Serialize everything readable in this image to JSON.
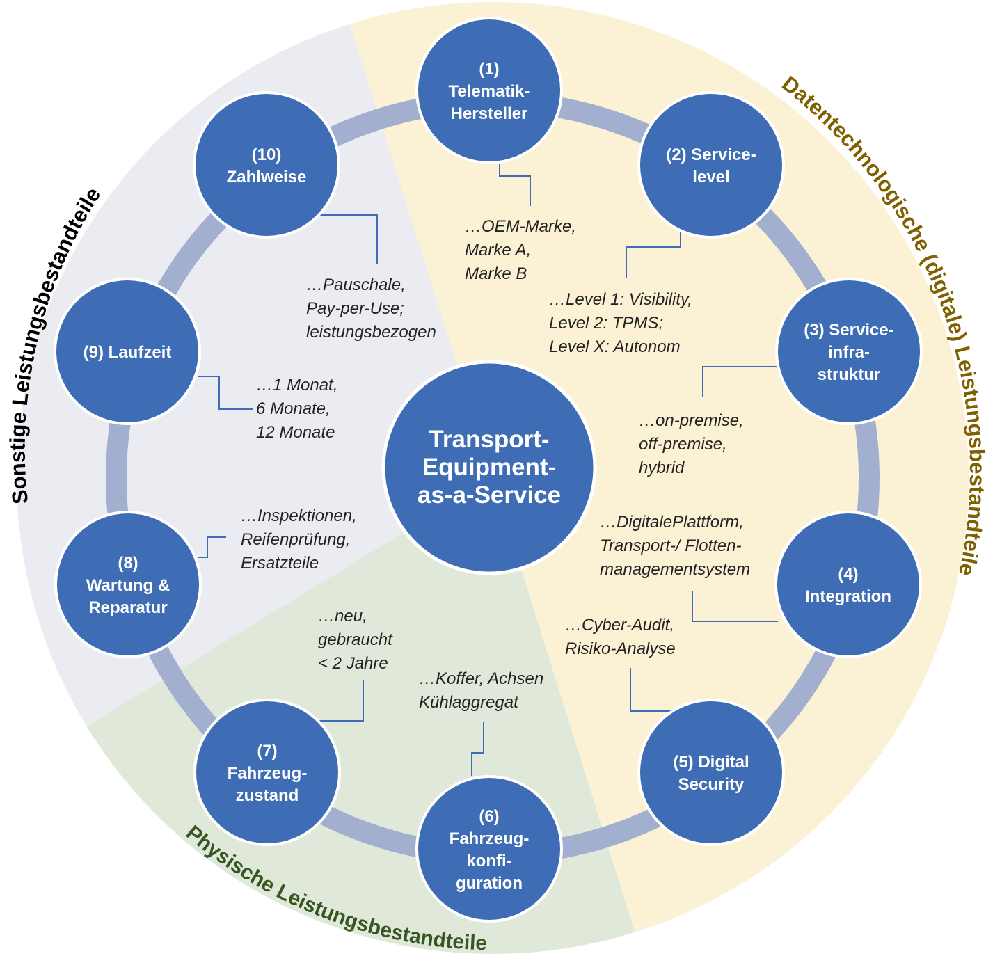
{
  "colors": {
    "digital_sector": "#fbf1d4",
    "other_sector": "#ebecf2",
    "physical_sector": "#e0e9d9",
    "ring": "#a2afcf",
    "node_fill": "#3e6db5",
    "node_stroke": "#ffffff",
    "digital_label": "#7f6000",
    "other_label": "#000000",
    "physical_label": "#375623",
    "connector": "#3e6db5"
  },
  "center": {
    "lines": [
      "Transport-",
      "Equipment-",
      "as-a-Service"
    ]
  },
  "sectors": {
    "digital": "Datentechnologische (digitale) Leistungsbestandteile",
    "other": "Sonstige Leistungsbestandteile",
    "physical": "Physische Leistungsbestandteile"
  },
  "nodes": [
    {
      "id": 1,
      "lines": [
        "(1)",
        "Telematik-",
        "Hersteller"
      ],
      "annotation": [
        "…OEM-Marke,",
        "Marke A,",
        "Marke B"
      ]
    },
    {
      "id": 2,
      "lines": [
        "(2) Service-",
        "level"
      ],
      "annotation": [
        "…Level 1: Visibility,",
        "Level 2: TPMS;",
        "Level X: Autonom"
      ]
    },
    {
      "id": 3,
      "lines": [
        "(3) Service-",
        "infra-",
        "struktur"
      ],
      "annotation": [
        "…on-premise,",
        "off-premise,",
        "hybrid"
      ]
    },
    {
      "id": 4,
      "lines": [
        "(4)",
        "Integration"
      ],
      "annotation": [
        "…DigitalePlattform,",
        "Transport-/ Flotten-",
        "managementsystem"
      ]
    },
    {
      "id": 5,
      "lines": [
        "(5) Digital",
        "Security"
      ],
      "annotation": [
        "…Cyber-Audit,",
        "Risiko-Analyse"
      ]
    },
    {
      "id": 6,
      "lines": [
        "(6)",
        "Fahrzeug-",
        "konfi-",
        "guration"
      ],
      "annotation": [
        "…Koffer, Achsen",
        "Kühlaggregat"
      ]
    },
    {
      "id": 7,
      "lines": [
        "(7)",
        "Fahrzeug-",
        "zustand"
      ],
      "annotation": [
        "…neu,",
        "gebraucht",
        "< 2 Jahre"
      ]
    },
    {
      "id": 8,
      "lines": [
        "(8)",
        "Wartung &",
        "Reparatur"
      ],
      "annotation": [
        "…Inspektionen,",
        "Reifenprüfung,",
        "Ersatzteile"
      ]
    },
    {
      "id": 9,
      "lines": [
        "(9) Laufzeit"
      ],
      "annotation": [
        "…1 Monat,",
        "6 Monate,",
        "12 Monate"
      ]
    },
    {
      "id": 10,
      "lines": [
        "(10)",
        "Zahlweise"
      ],
      "annotation": [
        "…Pauschale,",
        "Pay-per-Use;",
        "leistungsbezogen"
      ]
    }
  ]
}
